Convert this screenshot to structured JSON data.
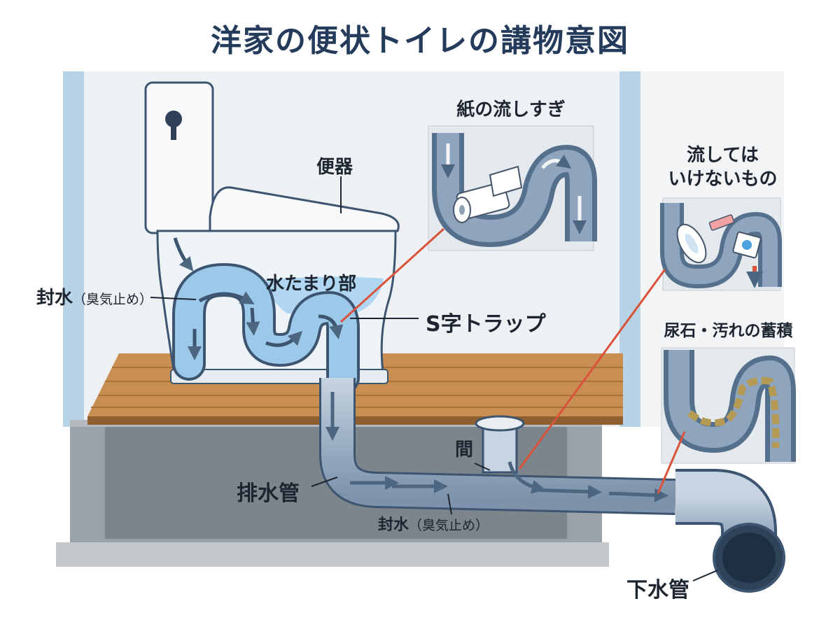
{
  "title": "洋家の便状トイレの講物意図",
  "labels": {
    "toilet": "便器",
    "water_pool": "水たまり部",
    "seal_water_main": "封水",
    "seal_water_main_note": "（臭気止め）",
    "s_trap": "S字トラップ",
    "gap": "間",
    "drain_pipe": "排水管",
    "seal_water_pipe": "封水",
    "seal_water_pipe_note": "（臭気止め）",
    "sewer_pipe": "下水管"
  },
  "panels": [
    {
      "title": "紙の流しすぎ"
    },
    {
      "title_line1": "流しては",
      "title_line2": "いけないもの"
    },
    {
      "title": "尿石・汚れの蓄積"
    }
  ],
  "colors": {
    "title": "#243b5c",
    "pipe": "#8fa5bd",
    "pipe_outline": "#3d5570",
    "water": "#a9d3ef",
    "arrow": "#4d6680",
    "callout": "#d9533a",
    "floor": "#c98f52",
    "wall": "#b8d3e6"
  },
  "icons": [
    "toilet-paper-roll-icon",
    "sanitary-pad-icon",
    "wet-wipe-icon"
  ]
}
